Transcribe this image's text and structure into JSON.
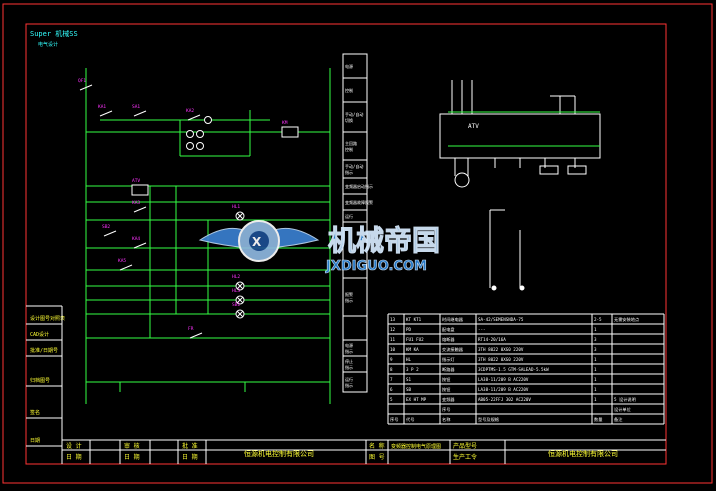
{
  "frame": {
    "logo": "Super 机械SS",
    "logo_sub": "电气设计",
    "left_labels": [
      "设计图号对照表",
      "CAD设计",
      "批准/日期号",
      "归档图号",
      "签名",
      "日期"
    ]
  },
  "control_panel": {
    "items": [
      "电源",
      "控制",
      "手动/自动\n切换",
      "主回路\n控制",
      "手动/自动\n指示",
      "变频器启动指示",
      "变频器故障报警",
      "运行",
      "",
      "报警\n指示",
      "",
      "电源\n指示",
      "停止\n指示",
      "运行\n指示"
    ]
  },
  "contacts": [
    "QF1",
    "KA1",
    "SA1",
    "KA2",
    "KM",
    "ATV",
    "KA3",
    "HL1",
    "HL2",
    "HL3",
    "SB1",
    "SB2",
    "KA4",
    "KA5",
    "FR"
  ],
  "atv_label": "ATV",
  "parts_table": {
    "rows": [
      [
        "13",
        "KT KT1",
        "时间继电器",
        "SA-42/SEMENSNDA-75",
        "2-5",
        "无需安装地点"
      ],
      [
        "12",
        "PD",
        "配电盘",
        "---",
        "1",
        ""
      ],
      [
        "11",
        "FU1 FU2",
        "熔断器",
        "RT14-20/16A",
        "3",
        ""
      ],
      [
        "10",
        "KM KA",
        "交流接触器",
        "3TH 8022 0XG0 220V",
        "3",
        ""
      ],
      [
        "9",
        "HL",
        "指示灯",
        "3TH 8022 0XG0 220V",
        "1",
        ""
      ],
      [
        "8",
        "3 P 2",
        "断路器",
        "3CDPTMS-1.5 GTM-SALEAD-5.5kW",
        "1",
        ""
      ],
      [
        "7",
        "S1",
        "按钮",
        "LA38-11/209 B AC220V",
        "1",
        ""
      ],
      [
        "6",
        "SB",
        "按钮",
        "LA38-11/209 B AC220V",
        "1",
        ""
      ],
      [
        "5",
        "EX HT MP",
        "变频器",
        "AB05-22FFJ 302 AC220V",
        "1",
        "5 设计说明"
      ]
    ],
    "row_last": [
      "",
      "",
      "序号",
      "",
      "",
      "设计单位"
    ],
    "header": [
      "序号",
      "代号",
      "名称",
      "型号及规格",
      "数量",
      "备注"
    ]
  },
  "title_block": {
    "labels": [
      "设 计",
      "审 核",
      "批 准",
      "日 期",
      "日 期",
      "日 期"
    ],
    "company_left": "恒源机电控制有限公司",
    "drawing_name_label": "名 称",
    "drawing_name": "变频器控制电气原理图",
    "product_label": "产品型号",
    "drawing_no_label": "图 号",
    "production_label": "生产工令",
    "company_right": "恒源机电控制有限公司"
  },
  "watermark": {
    "cn": "机械帝国",
    "en": "JXDIGUO.COM"
  },
  "colors": {
    "border": "#e03a3a",
    "wire": "#33ff44",
    "white": "#ffffff",
    "yellow": "#ffff33",
    "magenta": "#ff33ff",
    "cyan": "#33ffff",
    "watermark": "#2a84d8"
  }
}
